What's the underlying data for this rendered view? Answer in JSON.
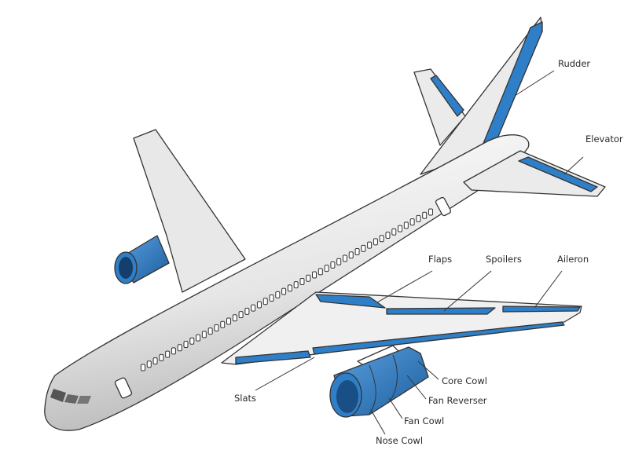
{
  "colors": {
    "accent": "#2f7fc8",
    "accent_dark": "#1d5e9e",
    "body": "#ececec",
    "outline": "#333333"
  },
  "labels": {
    "rudder": "Rudder",
    "elevator": "Elevator",
    "flaps": "Flaps",
    "spoilers": "Spoilers",
    "aileron": "Aileron",
    "slats": "Slats",
    "core_cowl": "Core Cowl",
    "fan_reverser": "Fan Reverser",
    "fan_cowl": "Fan Cowl",
    "nose_cowl": "Nose Cowl"
  }
}
